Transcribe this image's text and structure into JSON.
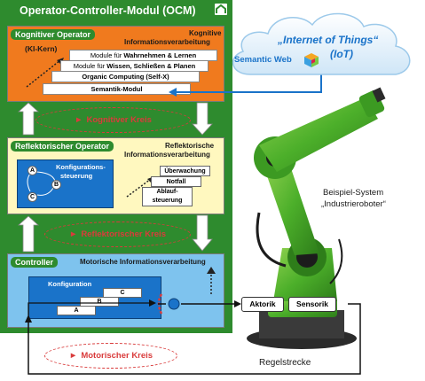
{
  "ocm": {
    "title": "Operator-Controller-Modul (OCM)",
    "cognitive": {
      "tag": "Kognitiver Operator",
      "heading_line1": "Kognitive",
      "heading_line2": "Informationsverarbeitung",
      "ki_label": "(KI-Kern)",
      "layers": [
        {
          "prefix": "Module für ",
          "bold": "Wahrnehmen & Lernen"
        },
        {
          "prefix": "Module für ",
          "bold": "Wissen, Schließen & Planen"
        },
        {
          "prefix": "",
          "bold": "Organic Computing (Self-X)"
        },
        {
          "prefix": "",
          "bold": "Semantik-Modul"
        }
      ],
      "loop_label": "Kognitiver Kreis"
    },
    "reflective": {
      "tag": "Reflektorischer Operator",
      "heading_line1": "Reflektorische",
      "heading_line2": "Informationsverarbeitung",
      "config_line1": "Konfigurations-",
      "config_line2": "steuerung",
      "states": [
        "A",
        "B",
        "C"
      ],
      "boxes": [
        "Überwachung",
        "Notfall",
        "Ablauf-",
        "steuerung"
      ],
      "loop_label": "Reflektorischer Kreis"
    },
    "controller": {
      "tag": "Controller",
      "heading": "Motorische Informationsverarbeitung",
      "config_label": "Konfiguration",
      "configs": [
        "C",
        "B",
        "A"
      ],
      "loop_label": "Motorischer Kreis"
    }
  },
  "iot": {
    "line1": "„Internet of Things“",
    "line2": "(IoT)",
    "semantic_web": "Semantic Web"
  },
  "robot": {
    "caption_line1": "Beispiel-System",
    "caption_line2": "„Industrieroboter“"
  },
  "system": {
    "aktorik": "Aktorik",
    "sensorik": "Sensorik",
    "regelstrecke": "Regelstrecke"
  },
  "colors": {
    "ocm_green": "#2e8b2e",
    "cognitive_bg": "#f07a1e",
    "reflective_bg": "#fff8bf",
    "controller_bg": "#7ec3ee",
    "loop_red": "#d93b3b",
    "iot_blue": "#1a73c9"
  }
}
